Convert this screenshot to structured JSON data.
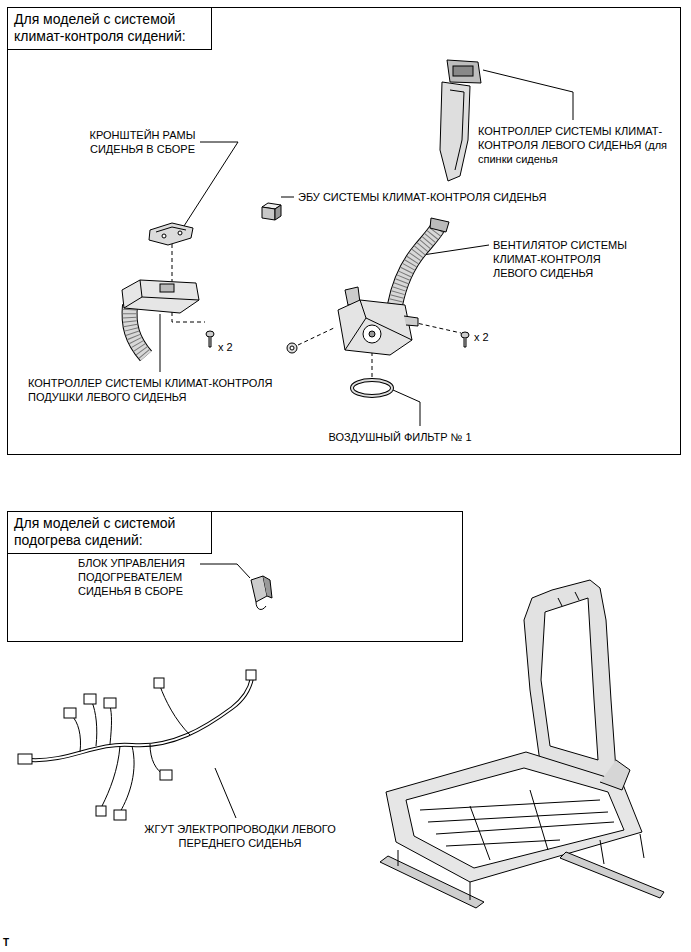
{
  "diagram": {
    "nodes": [
      {
        "text": [
          "Для моделей с системой климат-контроля сидений:"
        ]
      },
      {
        "text": [
          "Для моделей с системой подогрева сидений:"
        ]
      }
    ],
    "labels": [
      "КОНТРОЛЛЕР СИСТЕМЫ КЛИМАТ-КОНТРОЛЯ ЛЕВОГО СИДЕНЬЯ (для спинки сиденья",
      "КРОНШТЕЙН РАМЫ СИДЕНЬЯ В СБОРЕ",
      "ЭБУ СИСТЕМЫ КЛИМАТ-КОНТРОЛЯ СИДЕНЬЯ",
      "ВЕНТИЛЯТОР СИСТЕМЫ КЛИМАТ-КОНТРОЛЯ ЛЕВОГО СИДЕНЬЯ",
      "x 2",
      "x 2",
      "КОНТРОЛЛЕР СИСТЕМЫ КЛИМАТ-КОНТРОЛЯ ПОДУШКИ ЛЕВОГО СИДЕНЬЯ",
      "ВОЗДУШНЫЙ ФИЛЬТР № 1",
      "БЛОК УПРАВЛЕНИЯ ПОДОГРЕВАТЕЛЕМ СИДЕНЬЯ В СБОРЕ",
      "ЖГУТ ЭЛЕКТРОПРОВОДКИ ЛЕВОГО ПЕРЕДНЕГО СИДЕНЬЯ",
      "T"
    ]
  }
}
